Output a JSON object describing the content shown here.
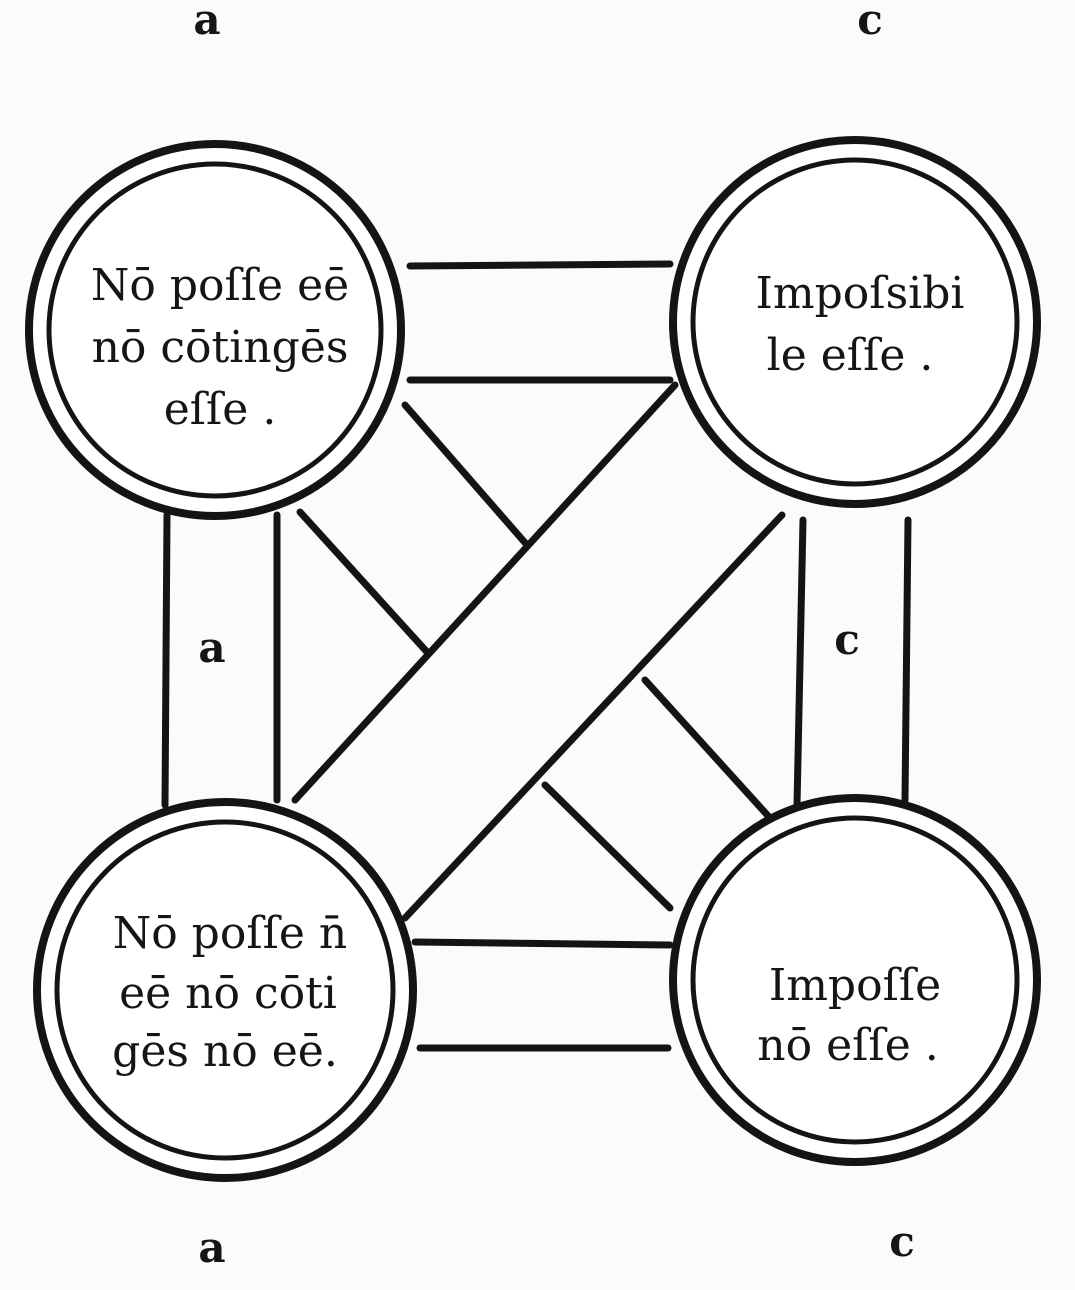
{
  "corner_labels": {
    "top_left": "a",
    "top_right": "c",
    "left_mid": "a",
    "right_mid": "c",
    "bottom_left": "a",
    "bottom_right": "c"
  },
  "circles": {
    "top_left": [
      "Nō poſſe eē",
      "nō cōtingēs",
      "eſſe ."
    ],
    "top_right": [
      "Impoſsibi",
      "le eſſe ."
    ],
    "bottom_left": [
      "Nō poſſe n̄",
      "eē nō cōti",
      "gēs nō eē."
    ],
    "bottom_right": [
      "Impoſſe",
      "nō eſſe ."
    ]
  },
  "colors": {
    "ink": "#141414",
    "paper": "#fbfbf9"
  }
}
